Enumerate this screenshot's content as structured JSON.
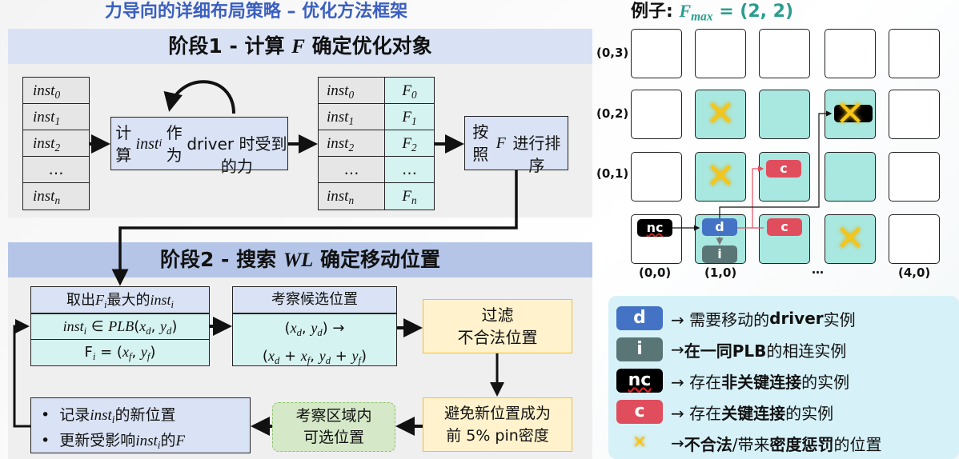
{
  "title": "力导向的详细布局策略 – 优化方法框架",
  "stage1": {
    "heading": [
      [
        "阶段1 - 计算 ",
        ""
      ],
      [
        "F",
        "i"
      ],
      [
        " 确定优化对象",
        ""
      ]
    ],
    "inst_list": [
      {
        "base": "inst",
        "sub": "0"
      },
      {
        "base": "inst",
        "sub": "1"
      },
      {
        "base": "inst",
        "sub": "2"
      },
      {
        "base": "…",
        "sub": ""
      },
      {
        "base": "inst",
        "sub": "n"
      }
    ],
    "compute_box": [
      [
        "计算 ",
        ""
      ],
      [
        "inst",
        "i"
      ],
      [
        "i",
        "sub"
      ],
      [
        " 作为",
        ""
      ],
      [
        "\ndriver 时受到的力",
        ""
      ]
    ],
    "force_table": [
      {
        "inst": "inst",
        "isub": "0",
        "f": "F",
        "fsub": "0"
      },
      {
        "inst": "inst",
        "isub": "1",
        "f": "F",
        "fsub": "1"
      },
      {
        "inst": "inst",
        "isub": "2",
        "f": "F",
        "fsub": "2"
      },
      {
        "inst": "…",
        "isub": "",
        "f": "…",
        "fsub": ""
      },
      {
        "inst": "inst",
        "isub": "n",
        "f": "F",
        "fsub": "n"
      }
    ],
    "sort_box": [
      [
        "按照 ",
        ""
      ],
      [
        "F",
        "i"
      ],
      [
        "\n进行排序",
        ""
      ]
    ]
  },
  "stage2": {
    "heading": [
      [
        "阶段2 - 搜索 ",
        ""
      ],
      [
        "WL",
        "i"
      ],
      [
        " 确定移动位置",
        ""
      ]
    ],
    "pick_header": [
      [
        "取出",
        ""
      ],
      [
        "F",
        "i"
      ],
      [
        "i",
        "sub"
      ],
      [
        "最大的",
        ""
      ],
      [
        "inst",
        "i"
      ],
      [
        "i",
        "sub"
      ]
    ],
    "pick_row1": [
      [
        "inst",
        "i"
      ],
      [
        "i",
        "sub"
      ],
      [
        " ∈ ",
        ""
      ],
      [
        "PLB",
        "i"
      ],
      [
        "(",
        ""
      ],
      [
        "x",
        "i"
      ],
      [
        "d",
        "sub"
      ],
      [
        ", ",
        ""
      ],
      [
        "y",
        "i"
      ],
      [
        "d",
        "sub"
      ],
      [
        ")",
        ""
      ]
    ],
    "pick_row2": [
      [
        "F",
        ""
      ],
      [
        "i",
        "sub"
      ],
      [
        " = (",
        ""
      ],
      [
        "x",
        "i"
      ],
      [
        "f",
        "sub"
      ],
      [
        ", ",
        ""
      ],
      [
        "y",
        "i"
      ],
      [
        "f",
        "sub"
      ],
      [
        ")",
        ""
      ]
    ],
    "cand_header": [
      [
        "考察候选位置",
        ""
      ]
    ],
    "cand_body": [
      [
        "(",
        ""
      ],
      [
        "x",
        "i"
      ],
      [
        "d",
        "sub"
      ],
      [
        ", ",
        ""
      ],
      [
        "y",
        "i"
      ],
      [
        "d",
        "sub"
      ],
      [
        ") →",
        ""
      ],
      [
        "\n(",
        ""
      ],
      [
        "x",
        "i"
      ],
      [
        "d",
        "sub"
      ],
      [
        " + ",
        ""
      ],
      [
        "x",
        "i"
      ],
      [
        "f",
        "sub"
      ],
      [
        ", ",
        ""
      ],
      [
        "y",
        "i"
      ],
      [
        "d",
        "sub"
      ],
      [
        " + ",
        ""
      ],
      [
        "y",
        "i"
      ],
      [
        "f",
        "sub"
      ],
      [
        ")",
        ""
      ]
    ],
    "filter_box": [
      [
        "过滤\n不合法位置",
        ""
      ]
    ],
    "avoid_box": [
      [
        "避免新位置成为\n前 5% pin密度",
        ""
      ]
    ],
    "region_box": [
      [
        "考察区域内\n可选位置",
        ""
      ]
    ],
    "record_items": [
      [
        [
          "记录",
          ""
        ],
        [
          "inst",
          "i"
        ],
        [
          "i",
          "sub"
        ],
        [
          "的新位置",
          ""
        ]
      ],
      [
        [
          "更新受影响",
          ""
        ],
        [
          "inst",
          "i"
        ],
        [
          "i",
          "sub"
        ],
        [
          "的",
          ""
        ],
        [
          "F",
          "i"
        ]
      ]
    ]
  },
  "example": {
    "title_prefix": "例子: ",
    "fmax": [
      [
        "F",
        "i"
      ],
      [
        "max",
        "sub"
      ],
      [
        " = (2, 2)",
        ""
      ]
    ],
    "row_labels": [
      "(0,3)",
      "(0,2)",
      "(0,1)"
    ],
    "col_labels": [
      "(0,0)",
      "(1,0)",
      "…",
      "(4,0)"
    ],
    "chips": {
      "nc": "nc",
      "d": "d",
      "i": "i",
      "c": "c"
    },
    "colors": {
      "teal": "#a8e8e0",
      "driver": "#4472c4",
      "same_plb": "#5a7575",
      "non_critical": "#000000",
      "critical": "#e04e5e",
      "illegal": "#f5c518",
      "accent": "#2a9d8f"
    }
  },
  "legend": [
    {
      "chip": "d",
      "color": "#4472c4",
      "parts": [
        [
          "→ 需要移动的",
          ""
        ],
        [
          "driver",
          "b"
        ],
        [
          "实例",
          ""
        ]
      ]
    },
    {
      "chip": "i",
      "color": "#5a7575",
      "parts": [
        [
          "→ ",
          ""
        ],
        [
          "在一同PLB",
          "b"
        ],
        [
          "的相连实例",
          ""
        ]
      ]
    },
    {
      "chip": "nc",
      "color": "#000000",
      "parts": [
        [
          "→ 存在",
          ""
        ],
        [
          "非关键连接",
          "b"
        ],
        [
          "的实例",
          ""
        ]
      ]
    },
    {
      "chip": "c",
      "color": "#e04e5e",
      "parts": [
        [
          "→ 存在",
          ""
        ],
        [
          "关键连接",
          "b"
        ],
        [
          "的实例",
          ""
        ]
      ]
    },
    {
      "chip": "✕",
      "color": "",
      "parts": [
        [
          "→ ",
          ""
        ],
        [
          "不合法",
          "b"
        ],
        [
          "/带来",
          ""
        ],
        [
          "密度惩罚",
          "b"
        ],
        [
          "的位置",
          ""
        ]
      ]
    }
  ]
}
